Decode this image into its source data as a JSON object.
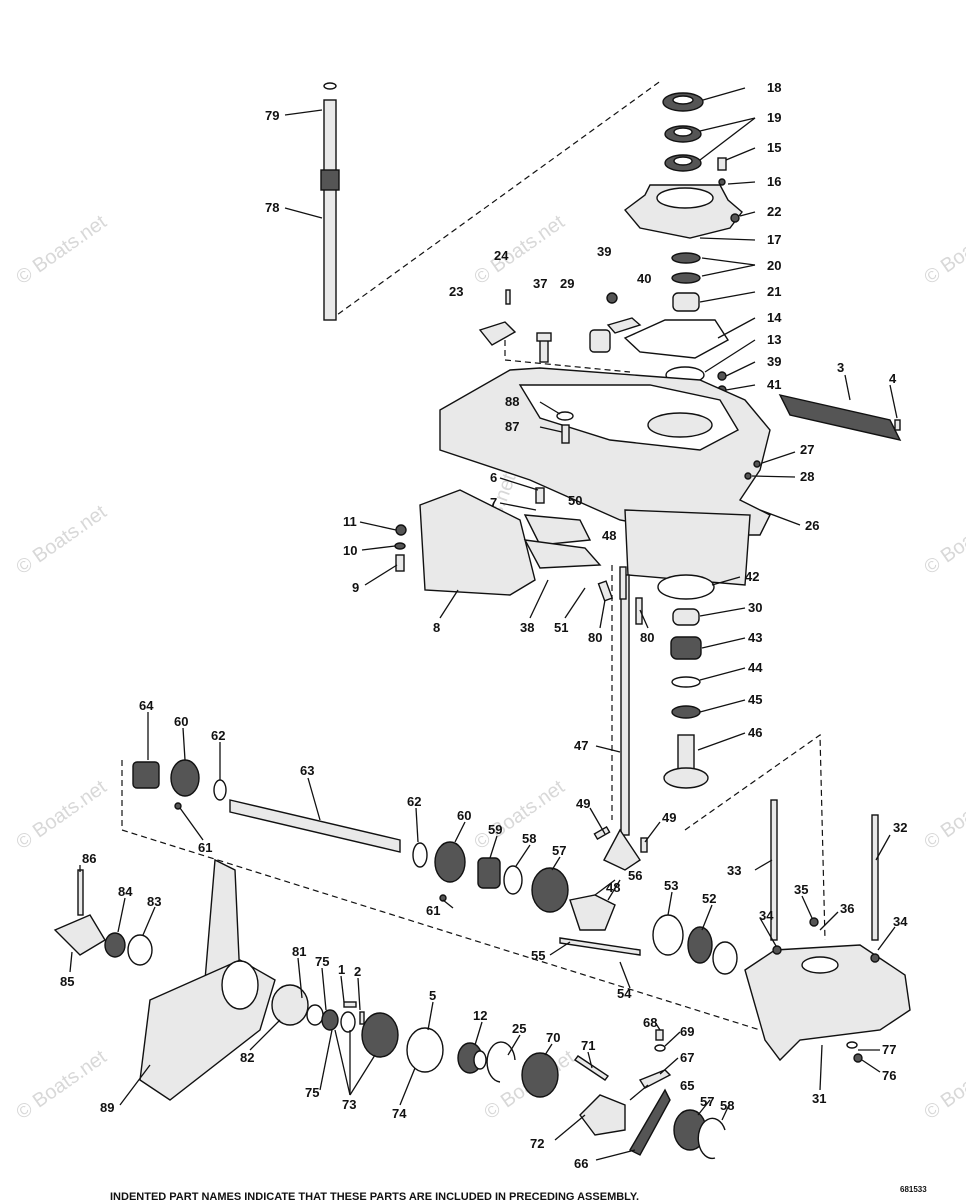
{
  "watermark": "© Boats.net",
  "diagram_code": "681533",
  "footer_text": "INDENTED PART NAMES INDICATE THAT THESE PARTS ARE INCLUDED IN PRECEDING ASSEMBLY.",
  "callouts": [
    {
      "id": "c79",
      "text": "79"
    },
    {
      "id": "c78",
      "text": "78"
    },
    {
      "id": "c18",
      "text": "18"
    },
    {
      "id": "c19",
      "text": "19"
    },
    {
      "id": "c15",
      "text": "15"
    },
    {
      "id": "c16",
      "text": "16"
    },
    {
      "id": "c22",
      "text": "22"
    },
    {
      "id": "c17",
      "text": "17"
    },
    {
      "id": "c20",
      "text": "20"
    },
    {
      "id": "c21",
      "text": "21"
    },
    {
      "id": "c14",
      "text": "14"
    },
    {
      "id": "c13",
      "text": "13"
    },
    {
      "id": "c39a",
      "text": "39"
    },
    {
      "id": "c40",
      "text": "40"
    },
    {
      "id": "c29",
      "text": "29"
    },
    {
      "id": "c37",
      "text": "37"
    },
    {
      "id": "c24",
      "text": "24"
    },
    {
      "id": "c23",
      "text": "23"
    },
    {
      "id": "c39b",
      "text": "39"
    },
    {
      "id": "c41",
      "text": "41"
    },
    {
      "id": "c3",
      "text": "3"
    },
    {
      "id": "c4",
      "text": "4"
    },
    {
      "id": "c88",
      "text": "88"
    },
    {
      "id": "c87",
      "text": "87"
    },
    {
      "id": "c27",
      "text": "27"
    },
    {
      "id": "c28",
      "text": "28"
    },
    {
      "id": "c26",
      "text": "26"
    },
    {
      "id": "c6",
      "text": "6"
    },
    {
      "id": "c7",
      "text": "7"
    },
    {
      "id": "c50",
      "text": "50"
    },
    {
      "id": "c48a",
      "text": "48"
    },
    {
      "id": "c11",
      "text": "11"
    },
    {
      "id": "c10",
      "text": "10"
    },
    {
      "id": "c9",
      "text": "9"
    },
    {
      "id": "c8",
      "text": "8"
    },
    {
      "id": "c38",
      "text": "38"
    },
    {
      "id": "c51",
      "text": "51"
    },
    {
      "id": "c80a",
      "text": "80"
    },
    {
      "id": "c80b",
      "text": "80"
    },
    {
      "id": "c42",
      "text": "42"
    },
    {
      "id": "c30",
      "text": "30"
    },
    {
      "id": "c43",
      "text": "43"
    },
    {
      "id": "c44",
      "text": "44"
    },
    {
      "id": "c45",
      "text": "45"
    },
    {
      "id": "c46",
      "text": "46"
    },
    {
      "id": "c47",
      "text": "47"
    },
    {
      "id": "c64",
      "text": "64"
    },
    {
      "id": "c60a",
      "text": "60"
    },
    {
      "id": "c62a",
      "text": "62"
    },
    {
      "id": "c63",
      "text": "63"
    },
    {
      "id": "c61a",
      "text": "61"
    },
    {
      "id": "c62b",
      "text": "62"
    },
    {
      "id": "c60b",
      "text": "60"
    },
    {
      "id": "c59",
      "text": "59"
    },
    {
      "id": "c58a",
      "text": "58"
    },
    {
      "id": "c57a",
      "text": "57"
    },
    {
      "id": "c49a",
      "text": "49"
    },
    {
      "id": "c49b",
      "text": "49"
    },
    {
      "id": "c48b",
      "text": "48"
    },
    {
      "id": "c56",
      "text": "56"
    },
    {
      "id": "c61b",
      "text": "61"
    },
    {
      "id": "c53",
      "text": "53"
    },
    {
      "id": "c52",
      "text": "52"
    },
    {
      "id": "c33",
      "text": "33"
    },
    {
      "id": "c32",
      "text": "32"
    },
    {
      "id": "c35",
      "text": "35"
    },
    {
      "id": "c36",
      "text": "36"
    },
    {
      "id": "c34a",
      "text": "34"
    },
    {
      "id": "c34b",
      "text": "34"
    },
    {
      "id": "c55",
      "text": "55"
    },
    {
      "id": "c54",
      "text": "54"
    },
    {
      "id": "c86",
      "text": "86"
    },
    {
      "id": "c84",
      "text": "84"
    },
    {
      "id": "c83",
      "text": "83"
    },
    {
      "id": "c85",
      "text": "85"
    },
    {
      "id": "c81",
      "text": "81"
    },
    {
      "id": "c75a",
      "text": "75"
    },
    {
      "id": "c1",
      "text": "1"
    },
    {
      "id": "c2",
      "text": "2"
    },
    {
      "id": "c5",
      "text": "5"
    },
    {
      "id": "c12",
      "text": "12"
    },
    {
      "id": "c25",
      "text": "25"
    },
    {
      "id": "c70",
      "text": "70"
    },
    {
      "id": "c71",
      "text": "71"
    },
    {
      "id": "c68",
      "text": "68"
    },
    {
      "id": "c69",
      "text": "69"
    },
    {
      "id": "c67",
      "text": "67"
    },
    {
      "id": "c77",
      "text": "77"
    },
    {
      "id": "c76",
      "text": "76"
    },
    {
      "id": "c31",
      "text": "31"
    },
    {
      "id": "c82",
      "text": "82"
    },
    {
      "id": "c75b",
      "text": "75"
    },
    {
      "id": "c73",
      "text": "73"
    },
    {
      "id": "c74",
      "text": "74"
    },
    {
      "id": "c89",
      "text": "89"
    },
    {
      "id": "c72",
      "text": "72"
    },
    {
      "id": "c65",
      "text": "65"
    },
    {
      "id": "c57b",
      "text": "57"
    },
    {
      "id": "c58b",
      "text": "58"
    },
    {
      "id": "c66",
      "text": "66"
    }
  ]
}
